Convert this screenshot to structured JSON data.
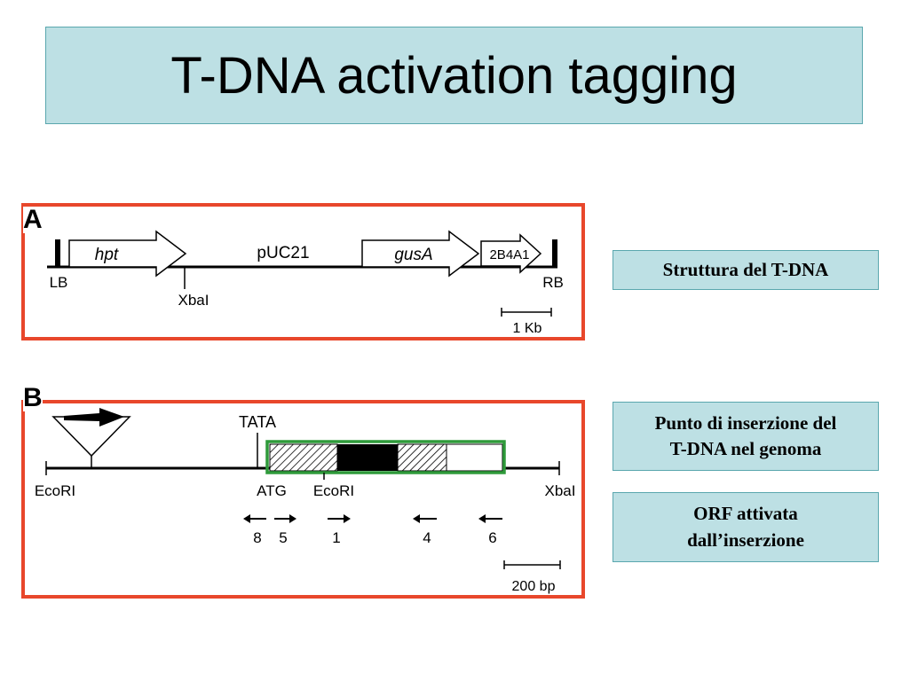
{
  "title": "T-DNA activation tagging",
  "panel_a": {
    "letter": "A",
    "labels": {
      "hpt": "hpt",
      "puc21": "pUC21",
      "gusa": "gusA",
      "tag": "2B4A1",
      "lb": "LB",
      "rb": "RB",
      "xbai": "XbaI",
      "scale": "1 Kb"
    }
  },
  "panel_b": {
    "letter": "B",
    "labels": {
      "tata": "TATA",
      "ecori_left": "EcoRI",
      "atg": "ATG",
      "ecori_mid": "EcoRI",
      "xbai": "XbaI",
      "scale": "200 bp"
    },
    "primers": [
      "8",
      "5",
      "1",
      "4",
      "6"
    ]
  },
  "callouts": [
    "Struttura del T-DNA",
    "Punto di inserzione del\nT-DNA nel genoma",
    "ORF attivata\ndall’inserzione"
  ],
  "colors": {
    "title_bg": "#bde0e4",
    "panel_border": "#e8472b",
    "orf_border": "#2e9a3a"
  }
}
